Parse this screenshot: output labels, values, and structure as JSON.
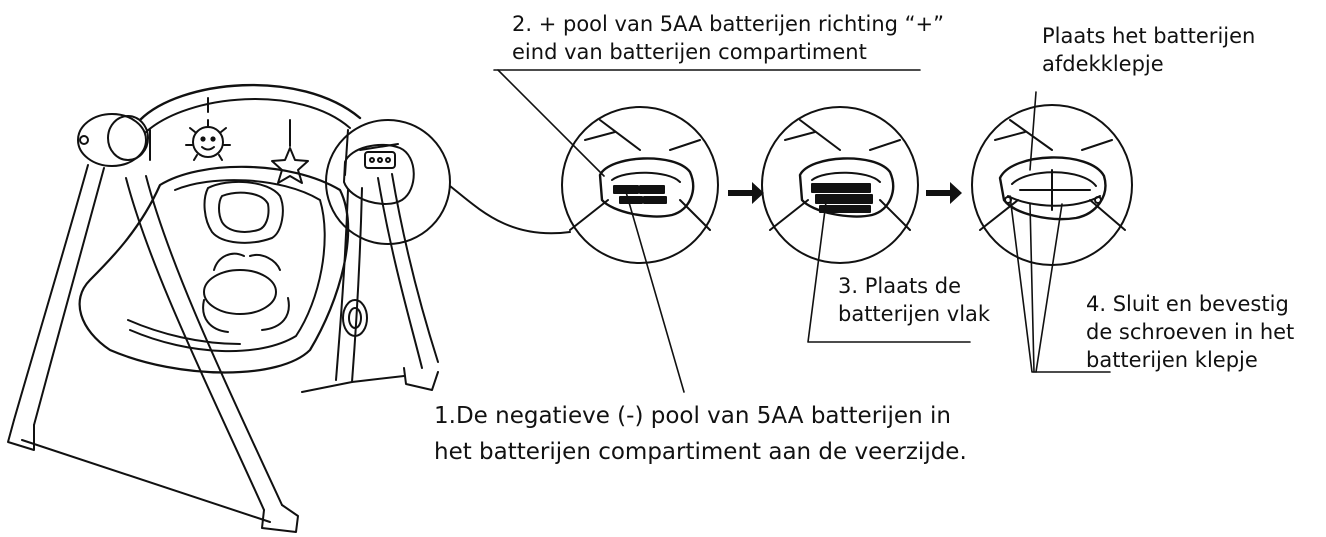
{
  "labels": {
    "step2": {
      "line1": "2. + pool van 5AA batterijen richting “+”",
      "line2": "eind van batterijen compartiment"
    },
    "cover": {
      "line1": "Plaats het batterijen",
      "line2": "afdekklepje"
    },
    "step3": {
      "line1": "3. Plaats de",
      "line2": "batterijen vlak"
    },
    "step4": {
      "line1": "4. Sluit en bevestig",
      "line2": "de schroeven in het",
      "line3": "batterijen klepje"
    },
    "step1": {
      "line1": "1.De negatieve (-) pool van 5AA batterijen in",
      "line2": "het batterijen compartiment aan de veerzijde."
    }
  },
  "colors": {
    "ink": "#111111",
    "background": "#ffffff"
  }
}
